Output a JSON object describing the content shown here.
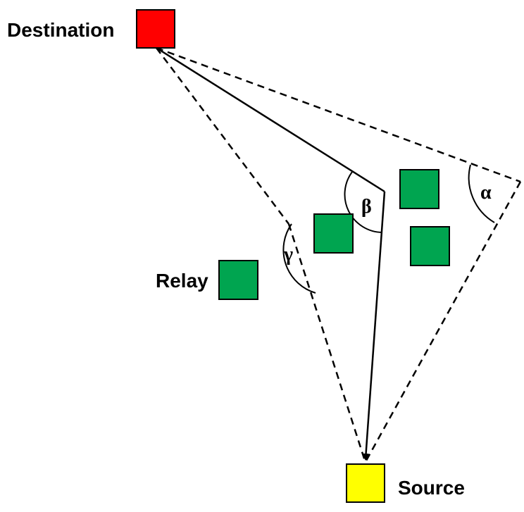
{
  "nodes": {
    "destination": {
      "label": "Destination",
      "color": "#ff0000"
    },
    "source": {
      "label": "Source",
      "color": "#ffff00"
    },
    "relay": {
      "label": "Relay",
      "color": "#00a550"
    }
  },
  "angles": {
    "alpha": "α",
    "beta": "β",
    "gamma": "γ"
  }
}
